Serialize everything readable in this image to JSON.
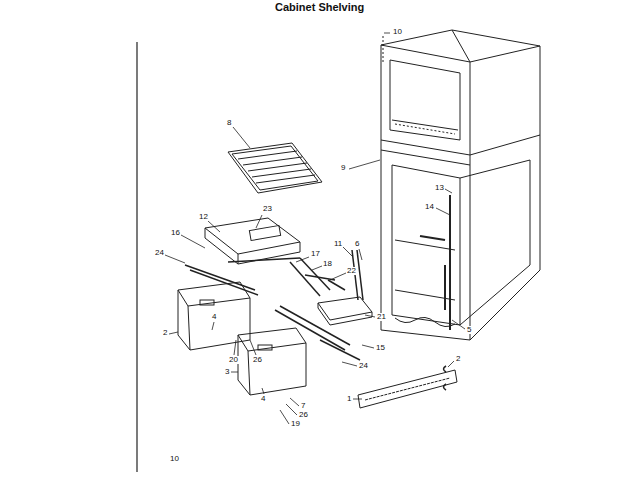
{
  "diagram": {
    "title": "Cabinet Shelving",
    "labels": [
      "10",
      "8",
      "9",
      "13",
      "14",
      "12",
      "23",
      "16",
      "11",
      "6",
      "24",
      "17",
      "18",
      "22",
      "2",
      "4",
      "21",
      "5",
      "15",
      "20",
      "26",
      "24",
      "2",
      "3",
      "4",
      "1",
      "7",
      "26",
      "19",
      "10"
    ]
  }
}
